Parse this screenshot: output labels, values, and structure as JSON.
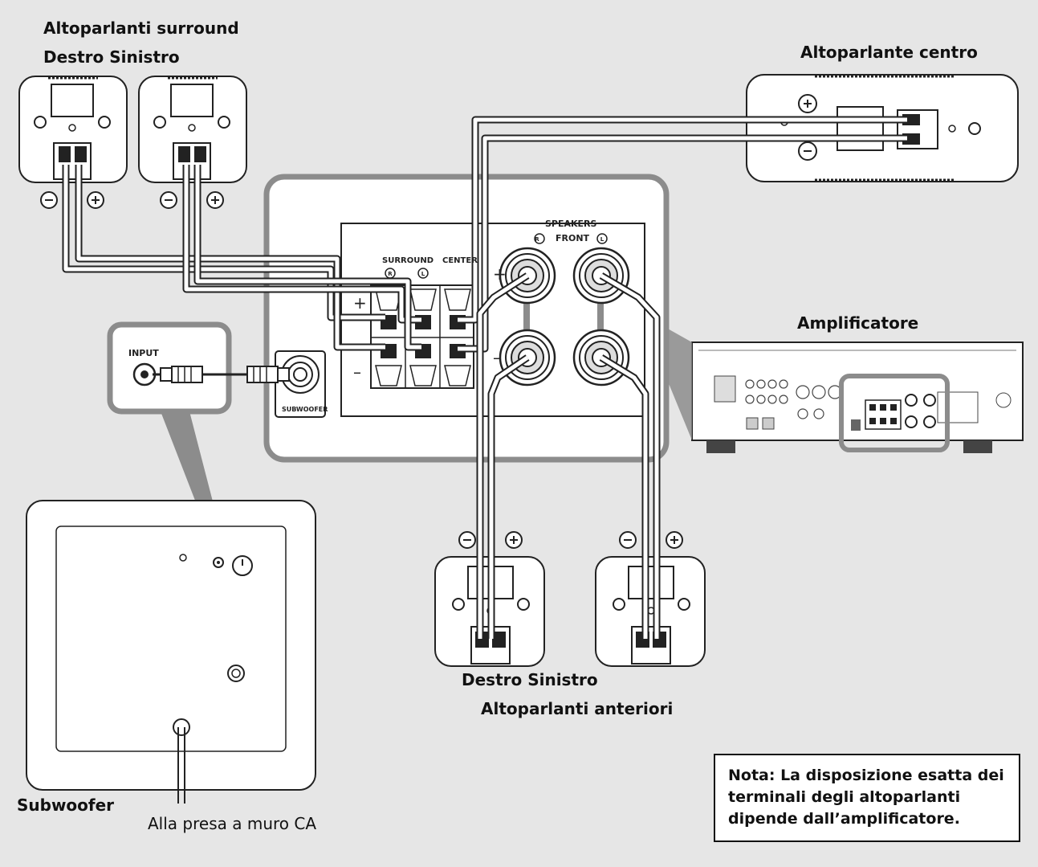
{
  "labels": {
    "surround_title": "Altoparlanti surround",
    "surround_lr": "Destro Sinistro",
    "center_title": "Altoparlante centro",
    "amplifier": "Amplificatore",
    "front_lr": "Destro Sinistro",
    "front_title": "Altoparlanti anteriori",
    "subwoofer": "Subwoofer",
    "wall_outlet": "Alla presa a muro CA"
  },
  "panel": {
    "speakers": "SPEAKERS",
    "front": "FRONT",
    "surround": "SURROUND",
    "center": "CENTER",
    "subwoofer_jack": "SUBWOOFER",
    "input": "INPUT",
    "plus": "+",
    "minus": "–",
    "r_mark": "R",
    "l_mark": "L"
  },
  "note": {
    "line1": "Nota: La disposizione esatta dei",
    "line2": "terminali degli altoparlanti",
    "line3": "dipende dall’amplificatore."
  },
  "colors": {
    "background": "#e6e6e6",
    "highlight": "#8c8c8c",
    "line": "#222222",
    "device": "#ffffff"
  }
}
